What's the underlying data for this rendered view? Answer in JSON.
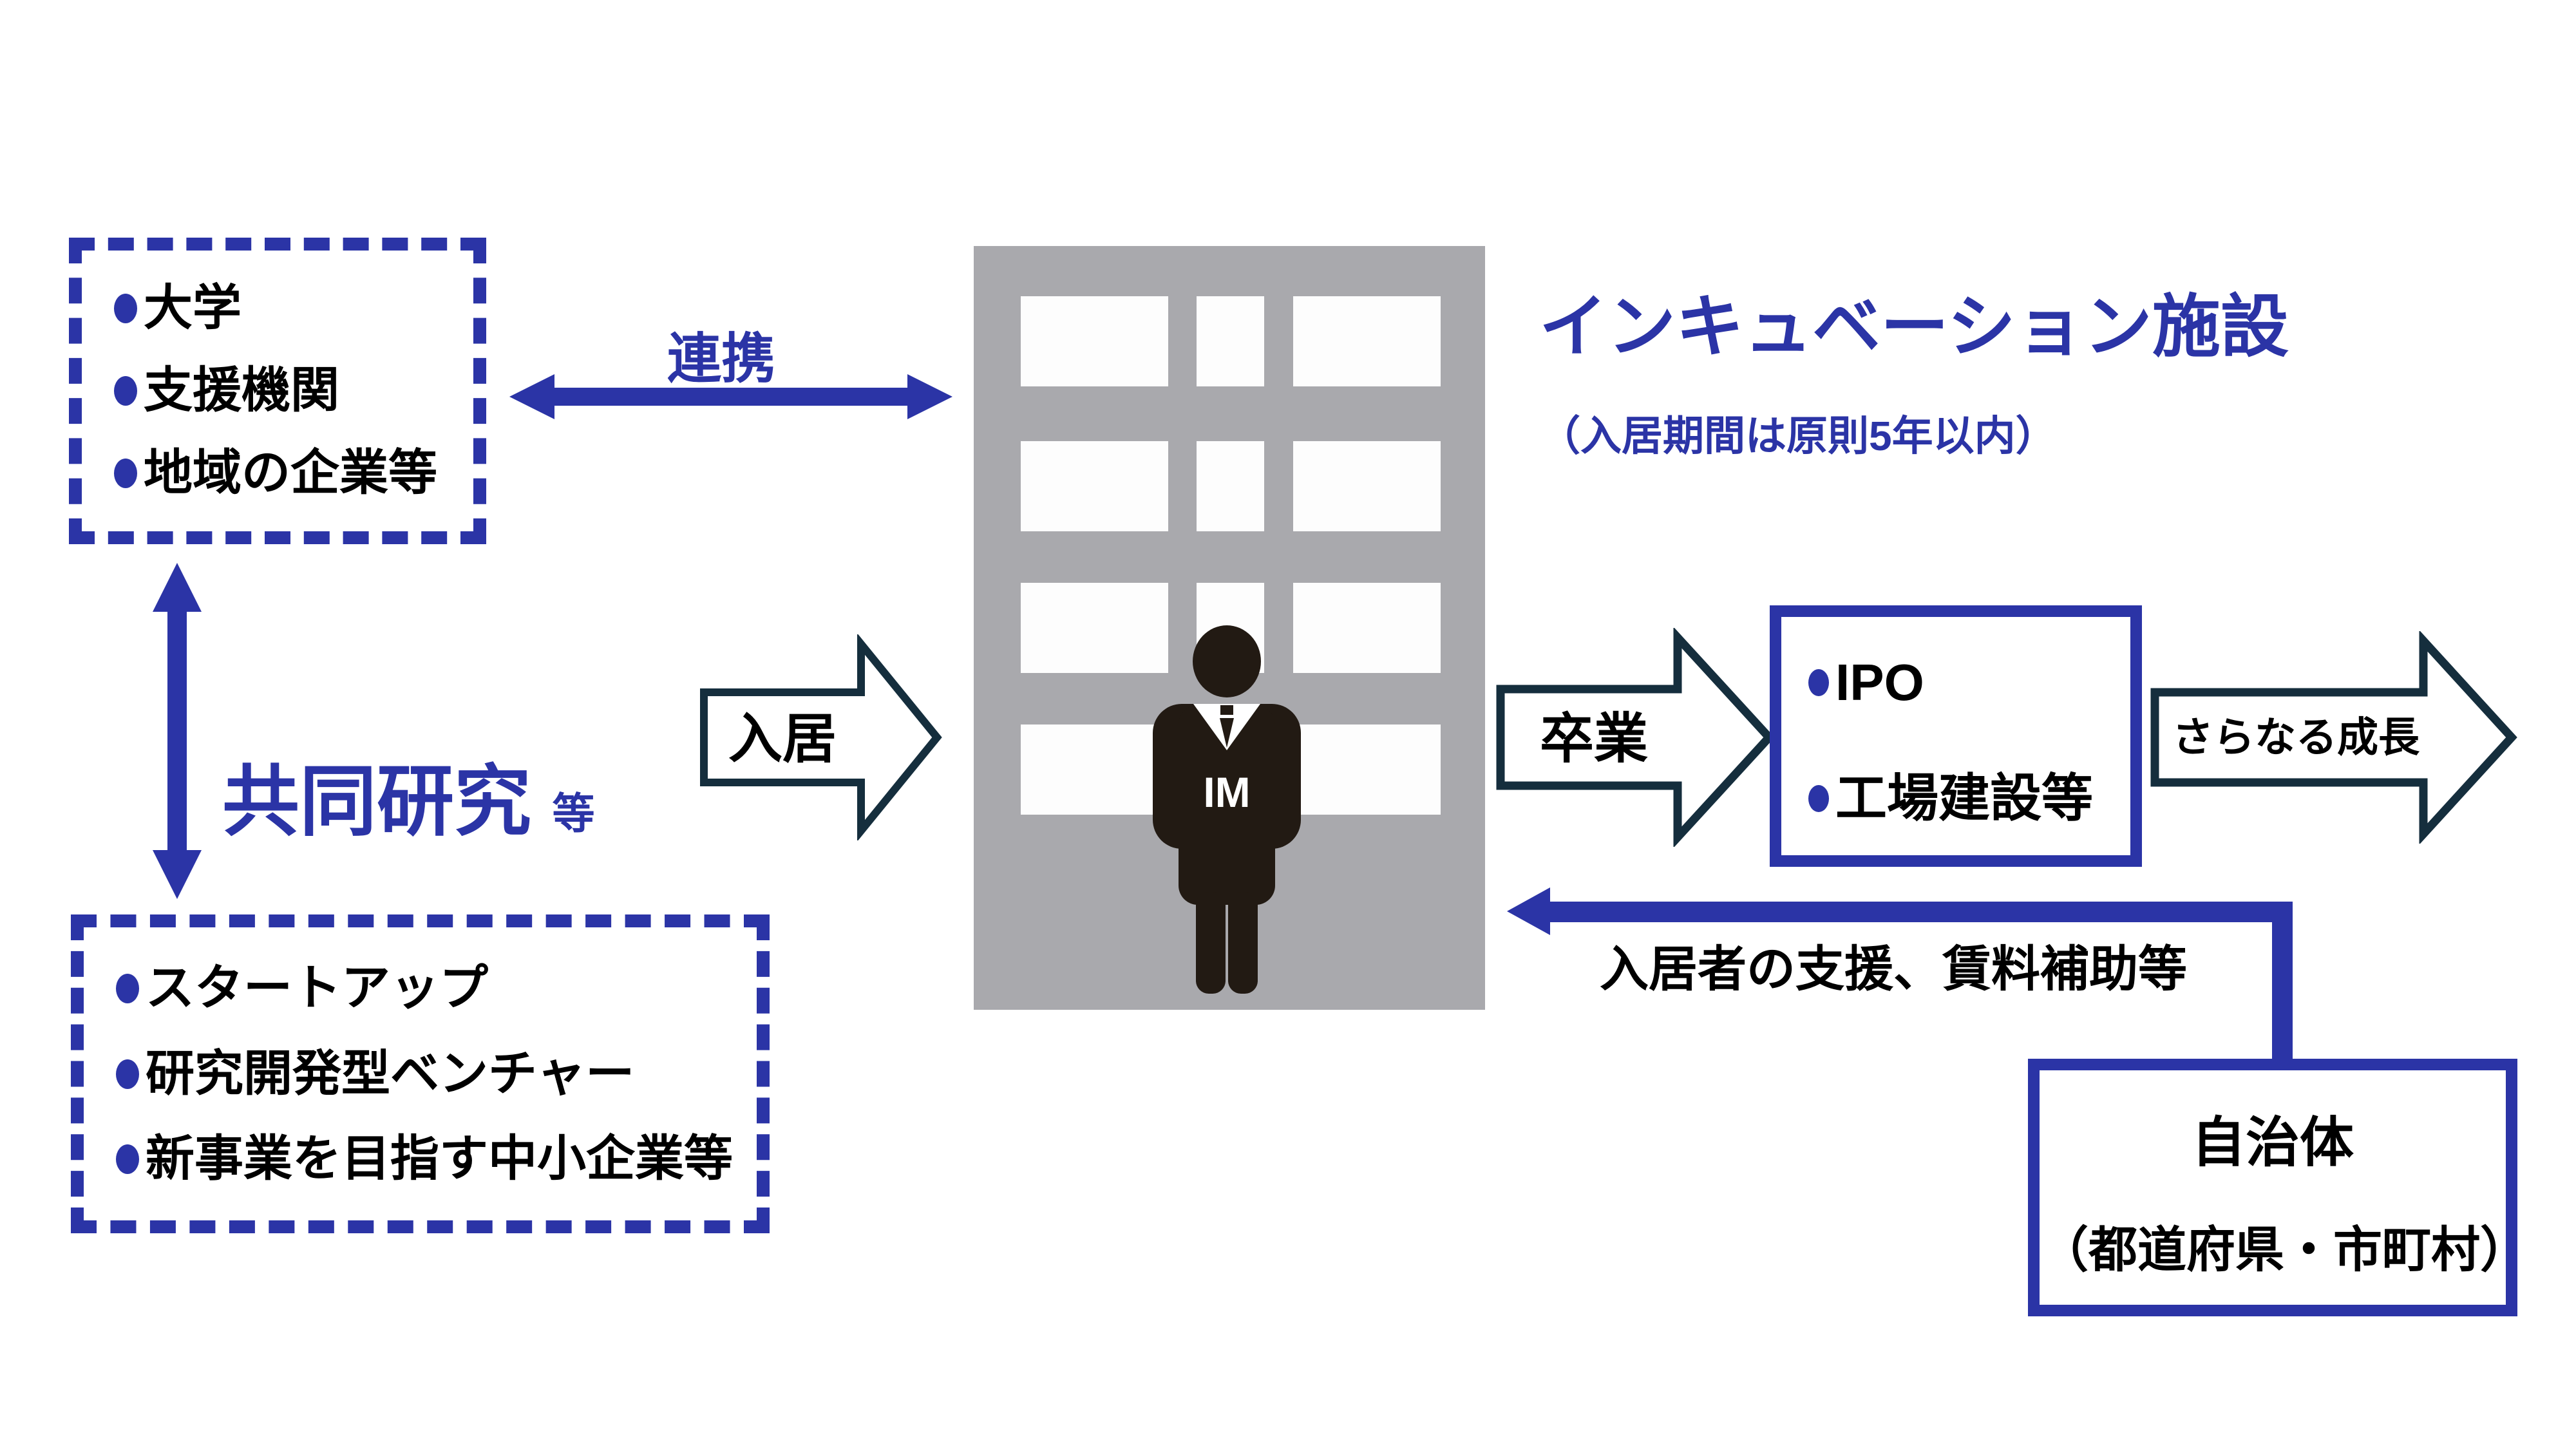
{
  "partners_box": {
    "items": [
      "大学",
      "支援機関",
      "地域の企業等"
    ]
  },
  "tenants_box": {
    "items": [
      "スタートアップ",
      "研究開発型ベンチャー",
      "新事業を目指す中小企業等"
    ]
  },
  "arrows": {
    "collaboration_label": "連携",
    "joint_research_label": "共同研究",
    "joint_research_suffix": "等",
    "move_in_label": "入居",
    "graduation_label": "卒業",
    "growth_label": "さらなる成長",
    "support_label": "入居者の支援、賃料補助等"
  },
  "facility": {
    "title": "インキュベーション施設",
    "subtitle": "（入居期間は原則5年以内）",
    "person_monogram": "IM"
  },
  "outcome_box": {
    "items": [
      "IPO",
      "工場建設等"
    ]
  },
  "government_box": {
    "name": "自治体",
    "detail": "（都道府県・市町村）"
  },
  "colors": {
    "accent_blue": "#2b34a6",
    "arrow_outline_dark": "#152e3d",
    "building_gray": "#a9a9ad",
    "person_black": "#221a13"
  }
}
